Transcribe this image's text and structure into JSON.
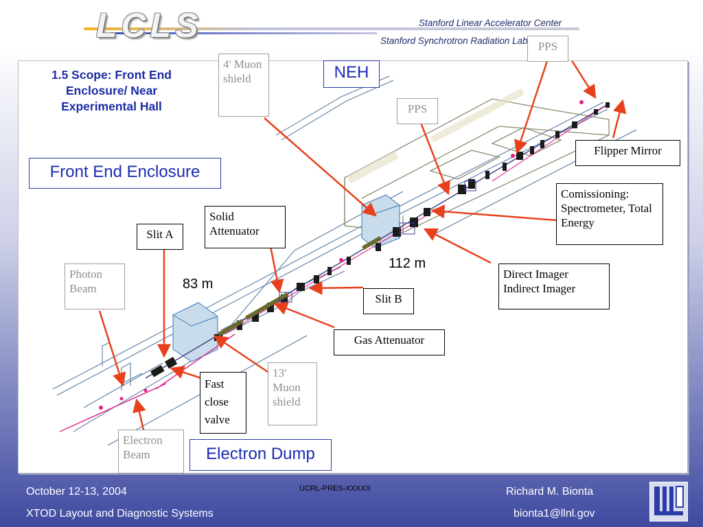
{
  "header": {
    "logo_text": "LCLS",
    "lab_line1": "Stanford Linear Accelerator Center",
    "lab_line2": "Stanford Synchrotron Radiation Laboratory"
  },
  "slide": {
    "title": "1.5 Scope: Front End Enclosure/ Near Experimental Hall"
  },
  "labels": {
    "muon_4": "4' Muon shield",
    "neh": "NEH",
    "pps_top": "PPS",
    "pps_mid": "PPS",
    "flipper_mirror": "Flipper Mirror",
    "front_end_enclosure": "Front End Enclosure",
    "commissioning": "Comissioning: Spectrometer, Total Energy",
    "solid_attenuator": "Solid Attenuator",
    "slit_a": "Slit A",
    "dist_112": "112 m",
    "photon_beam": "Photon Beam",
    "direct_imager": "Direct Imager Indirect Imager",
    "dist_83": "83 m",
    "slit_b": "Slit B",
    "gas_attenuator": "Gas Attenuator",
    "muon_13": "13' Muon shield",
    "fast_close_valve": "Fast close valve",
    "electron_beam": "Electron Beam",
    "electron_dump": "Electron Dump"
  },
  "footer": {
    "date": "October 12-13, 2004",
    "subtitle": "XTOD Layout and Diagnostic Systems",
    "doc_id": "UCRL-PRES-XXXXX",
    "author": "Richard M. Bionta",
    "email": "bionta1@llnl.gov"
  },
  "colors": {
    "title_blue": "#1d2ba5",
    "arrow_red": "#e8401c",
    "beam_pink": "#e0208a",
    "outline_blue": "#6f8fb2",
    "component_black": "#1a1a1a",
    "footer_bg": "#3f4aa0"
  }
}
